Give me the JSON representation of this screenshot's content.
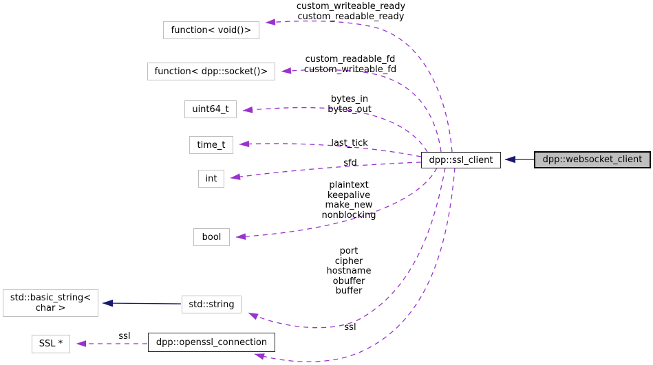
{
  "diagram": {
    "kind": "doxygen-collaboration-graph",
    "colors": {
      "usage_edge": "#9a32cd",
      "inheritance_edge": "#191970",
      "node_border": "#bfbfbf",
      "linked_node_border": "#2b2b2b",
      "main_node_fill": "#bfbfbf",
      "background": "#ffffff",
      "text": "#000000"
    },
    "nodes": {
      "function_void": {
        "label": "function< void()>"
      },
      "function_socket": {
        "label": "function< dpp::socket()>"
      },
      "uint64": {
        "label": "uint64_t"
      },
      "time_t": {
        "label": "time_t"
      },
      "int": {
        "label": "int"
      },
      "bool": {
        "label": "bool"
      },
      "std_string": {
        "label": "std::string"
      },
      "basic_string": {
        "label": "std::basic_string<\nchar >"
      },
      "ssl_ptr": {
        "label": "SSL *"
      },
      "openssl_connection": {
        "label": "dpp::openssl_connection"
      },
      "ssl_client": {
        "label": "dpp::ssl_client"
      },
      "websocket_client": {
        "label": "dpp::websocket_client"
      }
    },
    "edge_labels": {
      "custom_ready": "custom_writeable_ready\ncustom_readable_ready",
      "custom_fd": "custom_readable_fd\ncustom_writeable_fd",
      "bytes": "bytes_in\nbytes_out",
      "last_tick": "last_tick",
      "sfd": "sfd",
      "flags": "plaintext\nkeepalive\nmake_new\nnonblocking",
      "strings": "port\ncipher\nhostname\nobuffer\nbuffer",
      "ssl_member": "ssl",
      "ssl_pointer": "ssl"
    }
  }
}
